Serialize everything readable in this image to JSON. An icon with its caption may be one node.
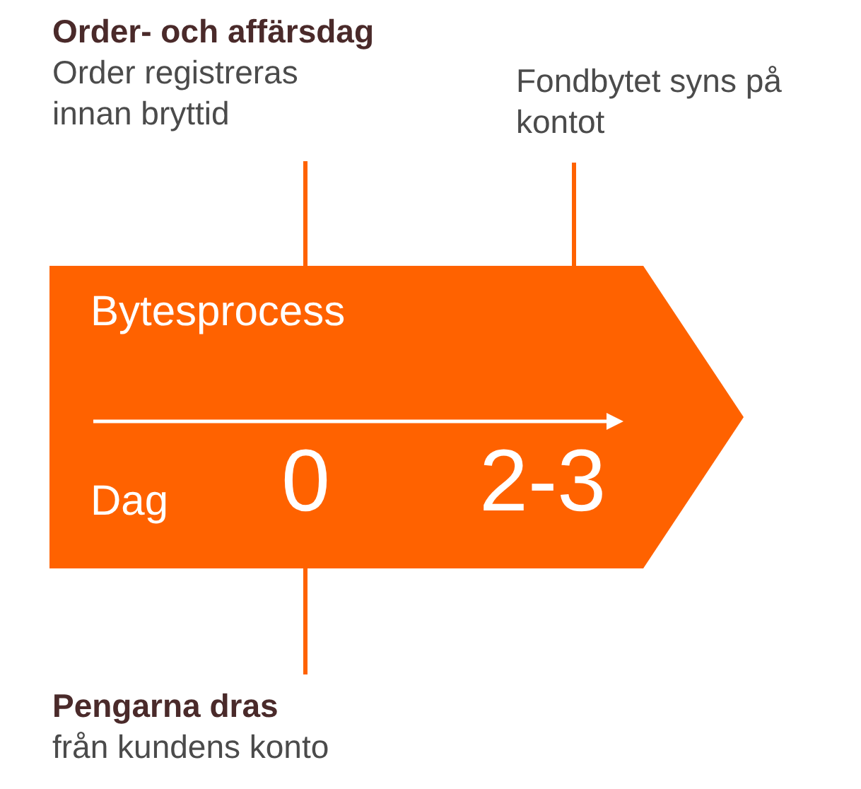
{
  "diagram": {
    "nodes": [
      {
        "text": [
          "Bytesprocess",
          "Dag",
          "0",
          "2-3"
        ]
      },
      {
        "text": [
          "Order- och affärsdag",
          "Order registreras innan bryttid"
        ]
      },
      {
        "text": [
          "Fondbytet syns på kontot"
        ]
      },
      {
        "text": [
          "Pengarna dras",
          "från kundens konto"
        ]
      }
    ],
    "edges": [
      {
        "from": 1,
        "to": 0,
        "arrow": "none"
      },
      {
        "from": 2,
        "to": 0,
        "arrow": "none"
      },
      {
        "from": 3,
        "to": 0,
        "arrow": "none"
      }
    ]
  }
}
